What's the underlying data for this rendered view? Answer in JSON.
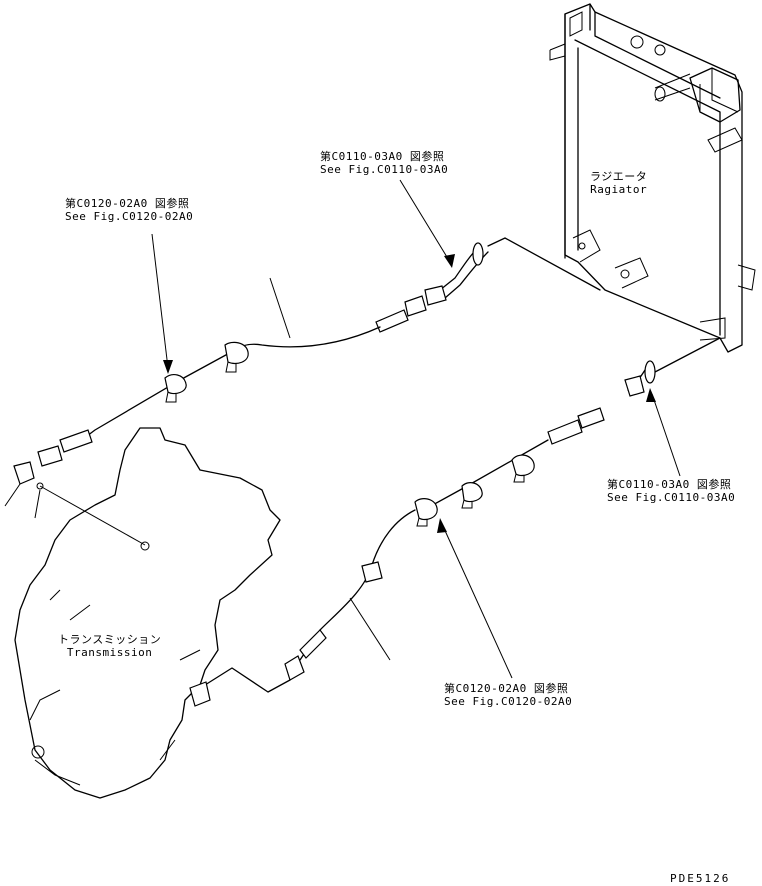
{
  "labels": {
    "radiator": {
      "ja": "ラジエータ",
      "en": "Ragiator"
    },
    "transmission": {
      "ja": "トランスミッション",
      "en": "Transmission"
    },
    "ref_top_center": {
      "ja": "第C0110-03A0 図参照",
      "en": "See Fig.C0110-03A0"
    },
    "ref_top_left": {
      "ja": "第C0120-02A0 図参照",
      "en": "See Fig.C0120-02A0"
    },
    "ref_right": {
      "ja": "第C0110-03A0 図参照",
      "en": "See Fig.C0110-03A0"
    },
    "ref_bottom": {
      "ja": "第C0120-02A0 図参照",
      "en": "See Fig.C0120-02A0"
    }
  },
  "drawing_code": "PDE5126"
}
